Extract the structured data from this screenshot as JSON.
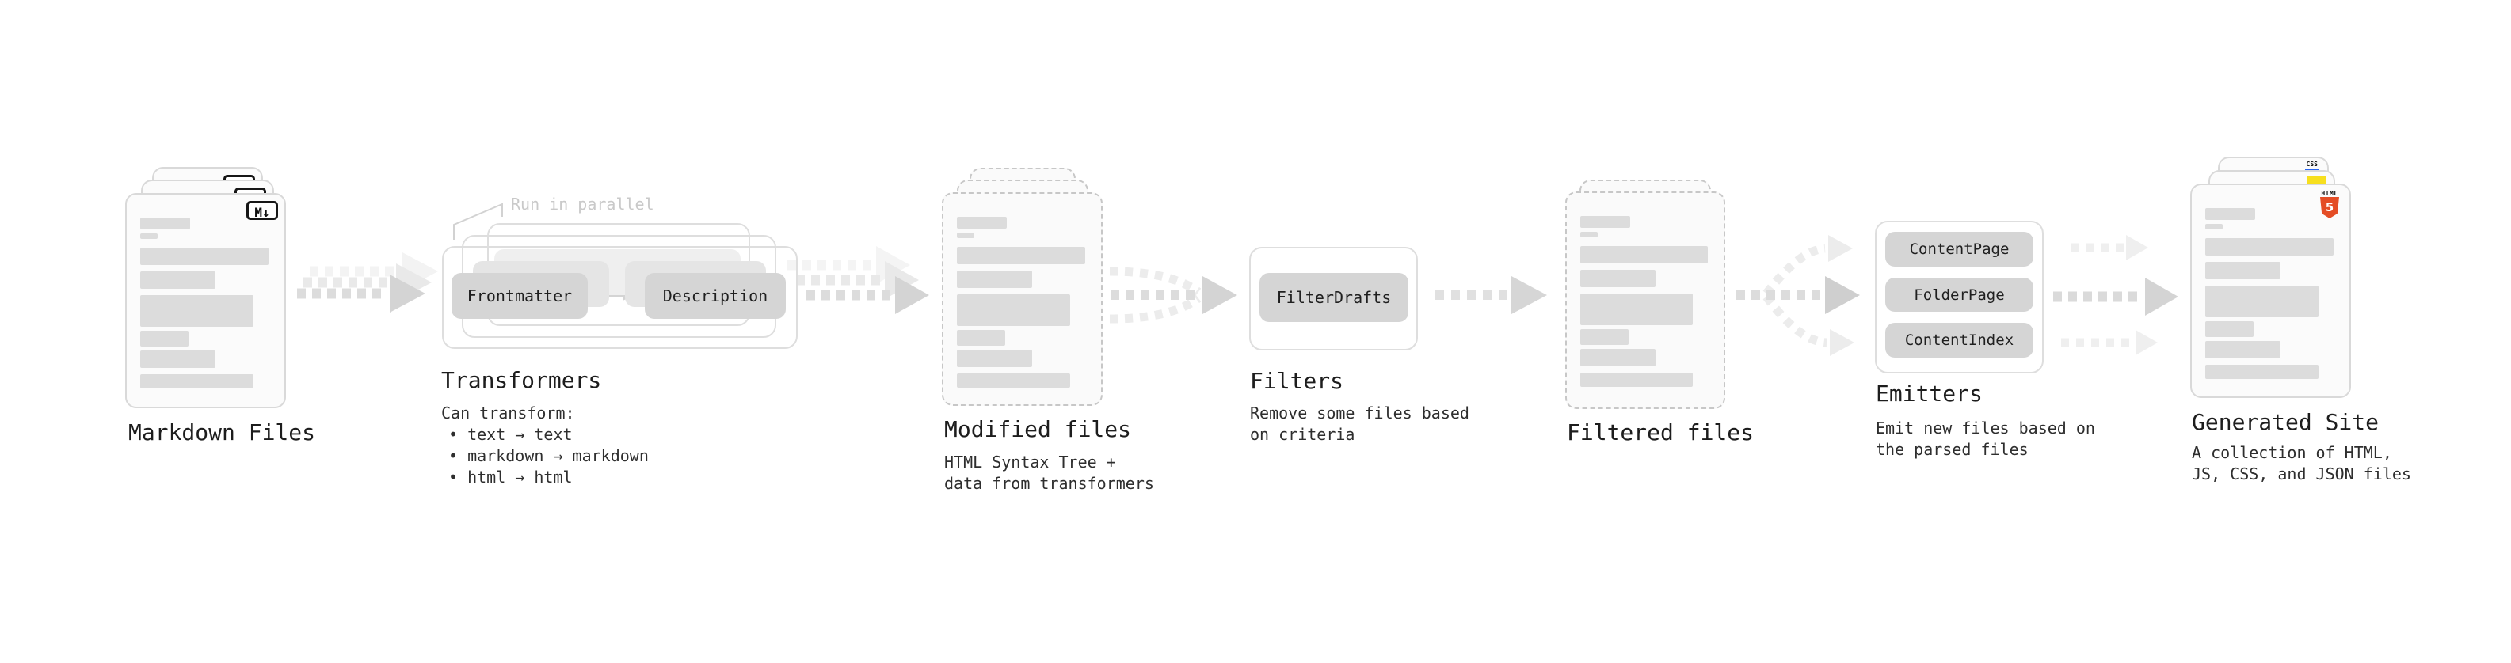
{
  "diagram": {
    "note": "Run in parallel",
    "markdown": {
      "label": "Markdown Files",
      "badge": "M↓"
    },
    "transformers": {
      "label": "Transformers",
      "desc_title": "Can transform:",
      "bullets": [
        "• text → text",
        "• markdown → markdown",
        "• html → html"
      ],
      "input_chip": "Frontmatter",
      "output_chip": "Description"
    },
    "modified": {
      "label": "Modified files",
      "desc": [
        "HTML Syntax Tree +",
        "data from transformers"
      ]
    },
    "filters": {
      "label": "Filters",
      "chip": "FilterDrafts",
      "desc": [
        "Remove some files based",
        "on criteria"
      ]
    },
    "filtered": {
      "label": "Filtered files"
    },
    "emitters": {
      "label": "Emitters",
      "chips": [
        "ContentPage",
        "FolderPage",
        "ContentIndex"
      ],
      "desc": [
        "Emit new files based on",
        "the parsed files"
      ]
    },
    "generated": {
      "label": "Generated Site",
      "desc": [
        "A collection of HTML,",
        "JS, CSS, and JSON files"
      ],
      "css_badge": "CSS",
      "html_badge_word": "HTML",
      "html_badge_number": "5"
    },
    "colors": {
      "html5_orange": "#e44d26",
      "js_yellow": "#f7df1e",
      "css_blue": "#2965f1",
      "chip_gray": "#d5d5d5",
      "arrow_gray": "#dcdcdc",
      "ghost_gray": "#ececec"
    }
  }
}
